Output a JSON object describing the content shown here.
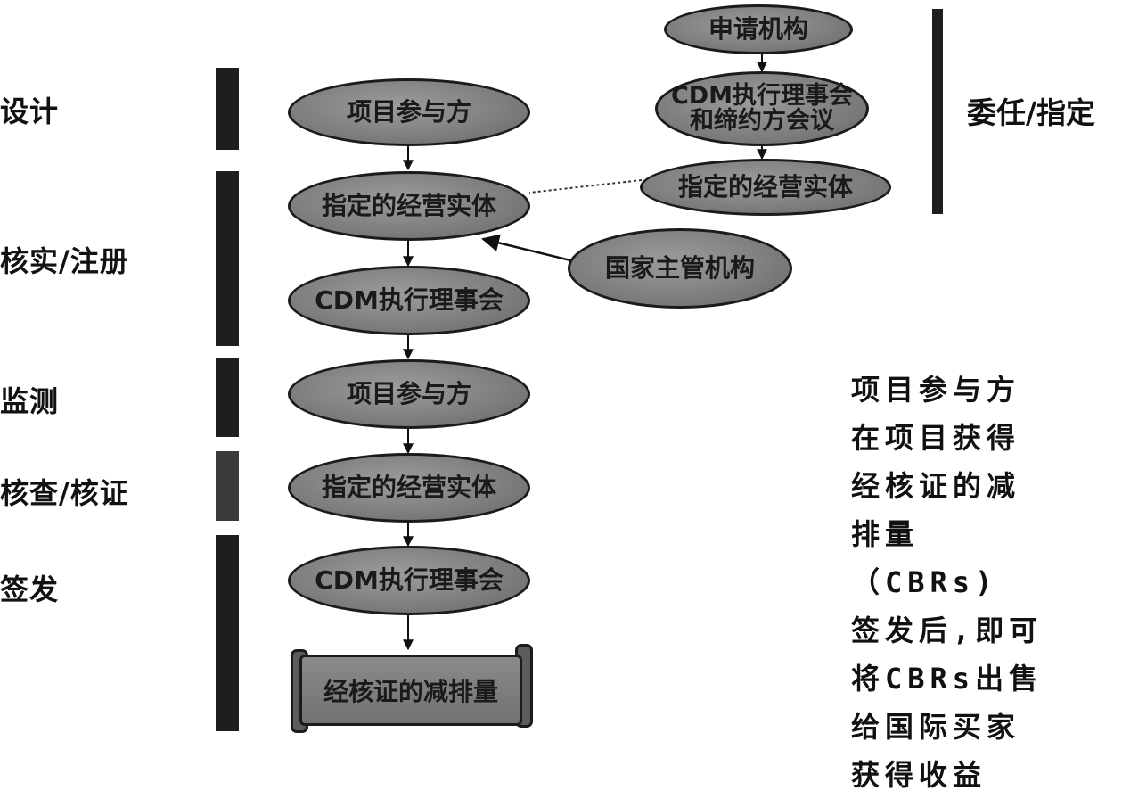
{
  "stages": {
    "design": "设计",
    "validation_registration": "核实/注册",
    "monitoring": "监测",
    "verification_certification": "核查/核证",
    "issuance": "签发"
  },
  "flow": {
    "project_participants_1": "项目参与方",
    "doe_1": "指定的经营实体",
    "eb_1": "CDM执行理事会",
    "project_participants_2": "项目参与方",
    "doe_2": "指定的经营实体",
    "eb_2": "CDM执行理事会",
    "cers": "经核证的减排量"
  },
  "side": {
    "dna": "国家主管机构",
    "applicant": "申请机构",
    "eb_cop": "CDM执行理事会\n和缔约方会议",
    "doe": "指定的经营实体",
    "label": "委任/指定"
  },
  "note": "项目参与方\n在项目获得\n经核证的减\n排量（CBRs)\n签发后,即可\n将CBRs出售\n给国际买家\n获得收益",
  "colors": {
    "node_fill": "#7d7d7d",
    "node_border": "#1b1b1b",
    "bar": "#1e1e1e",
    "text": "#111111"
  }
}
